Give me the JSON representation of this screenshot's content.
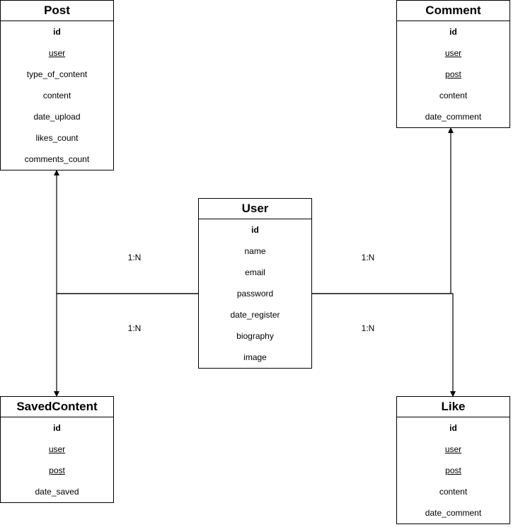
{
  "entities": {
    "post": {
      "title": "Post",
      "fields": [
        {
          "name": "id",
          "kind": "pk"
        },
        {
          "name": "user",
          "kind": "fk"
        },
        {
          "name": "type_of_content",
          "kind": "attr"
        },
        {
          "name": "content",
          "kind": "attr"
        },
        {
          "name": "date_upload",
          "kind": "attr"
        },
        {
          "name": "likes_count",
          "kind": "attr"
        },
        {
          "name": "comments_count",
          "kind": "attr"
        }
      ]
    },
    "comment": {
      "title": "Comment",
      "fields": [
        {
          "name": "id",
          "kind": "pk"
        },
        {
          "name": "user",
          "kind": "fk"
        },
        {
          "name": "post",
          "kind": "fk"
        },
        {
          "name": "content",
          "kind": "attr"
        },
        {
          "name": "date_comment",
          "kind": "attr"
        }
      ]
    },
    "user": {
      "title": "User",
      "fields": [
        {
          "name": "id",
          "kind": "pk"
        },
        {
          "name": "name",
          "kind": "attr"
        },
        {
          "name": "email",
          "kind": "attr"
        },
        {
          "name": "password",
          "kind": "attr"
        },
        {
          "name": "date_register",
          "kind": "attr"
        },
        {
          "name": "biography",
          "kind": "attr"
        },
        {
          "name": "image",
          "kind": "attr"
        }
      ]
    },
    "savedcontent": {
      "title": "SavedContent",
      "fields": [
        {
          "name": "id",
          "kind": "pk"
        },
        {
          "name": "user",
          "kind": "fk"
        },
        {
          "name": "post",
          "kind": "fk"
        },
        {
          "name": "date_saved",
          "kind": "attr"
        }
      ]
    },
    "like": {
      "title": "Like",
      "fields": [
        {
          "name": "id",
          "kind": "pk"
        },
        {
          "name": "user",
          "kind": "fk"
        },
        {
          "name": "post",
          "kind": "fk"
        },
        {
          "name": "content",
          "kind": "attr"
        },
        {
          "name": "date_comment",
          "kind": "attr"
        }
      ]
    }
  },
  "relationships": {
    "user_post": "1:N",
    "user_comment": "1:N",
    "user_savedcontent": "1:N",
    "user_like": "1:N"
  }
}
